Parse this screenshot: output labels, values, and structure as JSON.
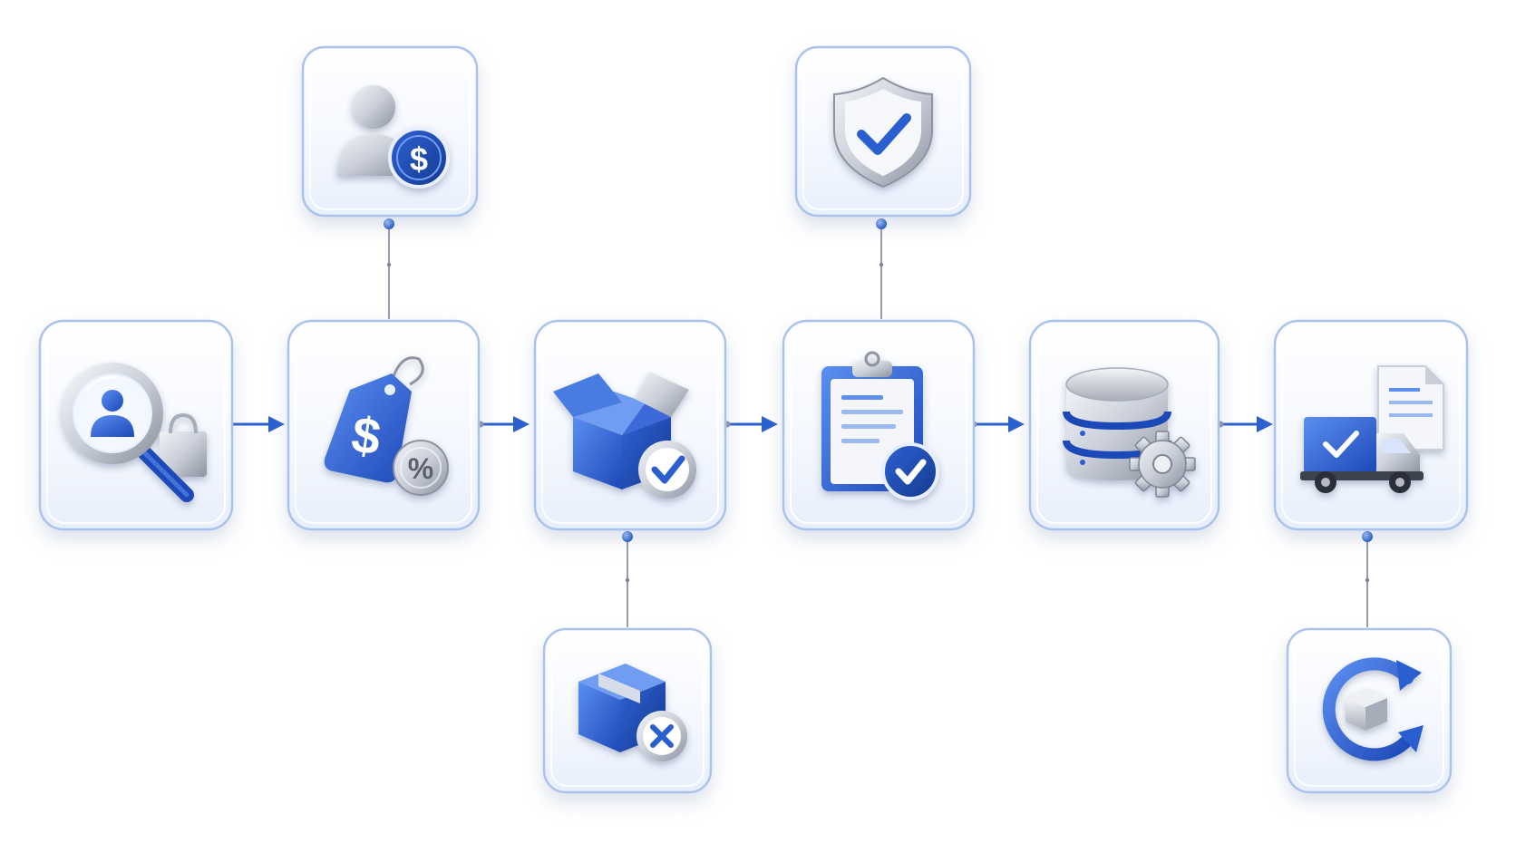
{
  "colors": {
    "accent": "#2a5fd0",
    "accent_dark": "#123a9e",
    "accent_light": "#5b8ff0",
    "silver": "#c9ced8",
    "silver_dark": "#8d93a0",
    "card_border": "#aac2ee",
    "connector": "#7b8596"
  },
  "flow": {
    "main_steps": [
      {
        "id": "customer-search",
        "icon": "customer-search-icon"
      },
      {
        "id": "pricing",
        "icon": "price-tag-discount-icon"
      },
      {
        "id": "order-packaging",
        "icon": "open-box-check-icon"
      },
      {
        "id": "order-review",
        "icon": "clipboard-check-icon"
      },
      {
        "id": "data-processing",
        "icon": "database-gear-icon"
      },
      {
        "id": "shipping",
        "icon": "delivery-truck-document-icon"
      }
    ],
    "branches": [
      {
        "id": "customer-payment",
        "icon": "user-dollar-icon",
        "attached_to": "pricing",
        "position": "above"
      },
      {
        "id": "order-verification",
        "icon": "shield-check-icon",
        "attached_to": "order-review",
        "position": "above"
      },
      {
        "id": "order-cancellation",
        "icon": "box-cancel-icon",
        "attached_to": "order-packaging",
        "position": "below"
      },
      {
        "id": "return-exchange",
        "icon": "return-cycle-icon",
        "attached_to": "shipping",
        "position": "below"
      }
    ]
  }
}
